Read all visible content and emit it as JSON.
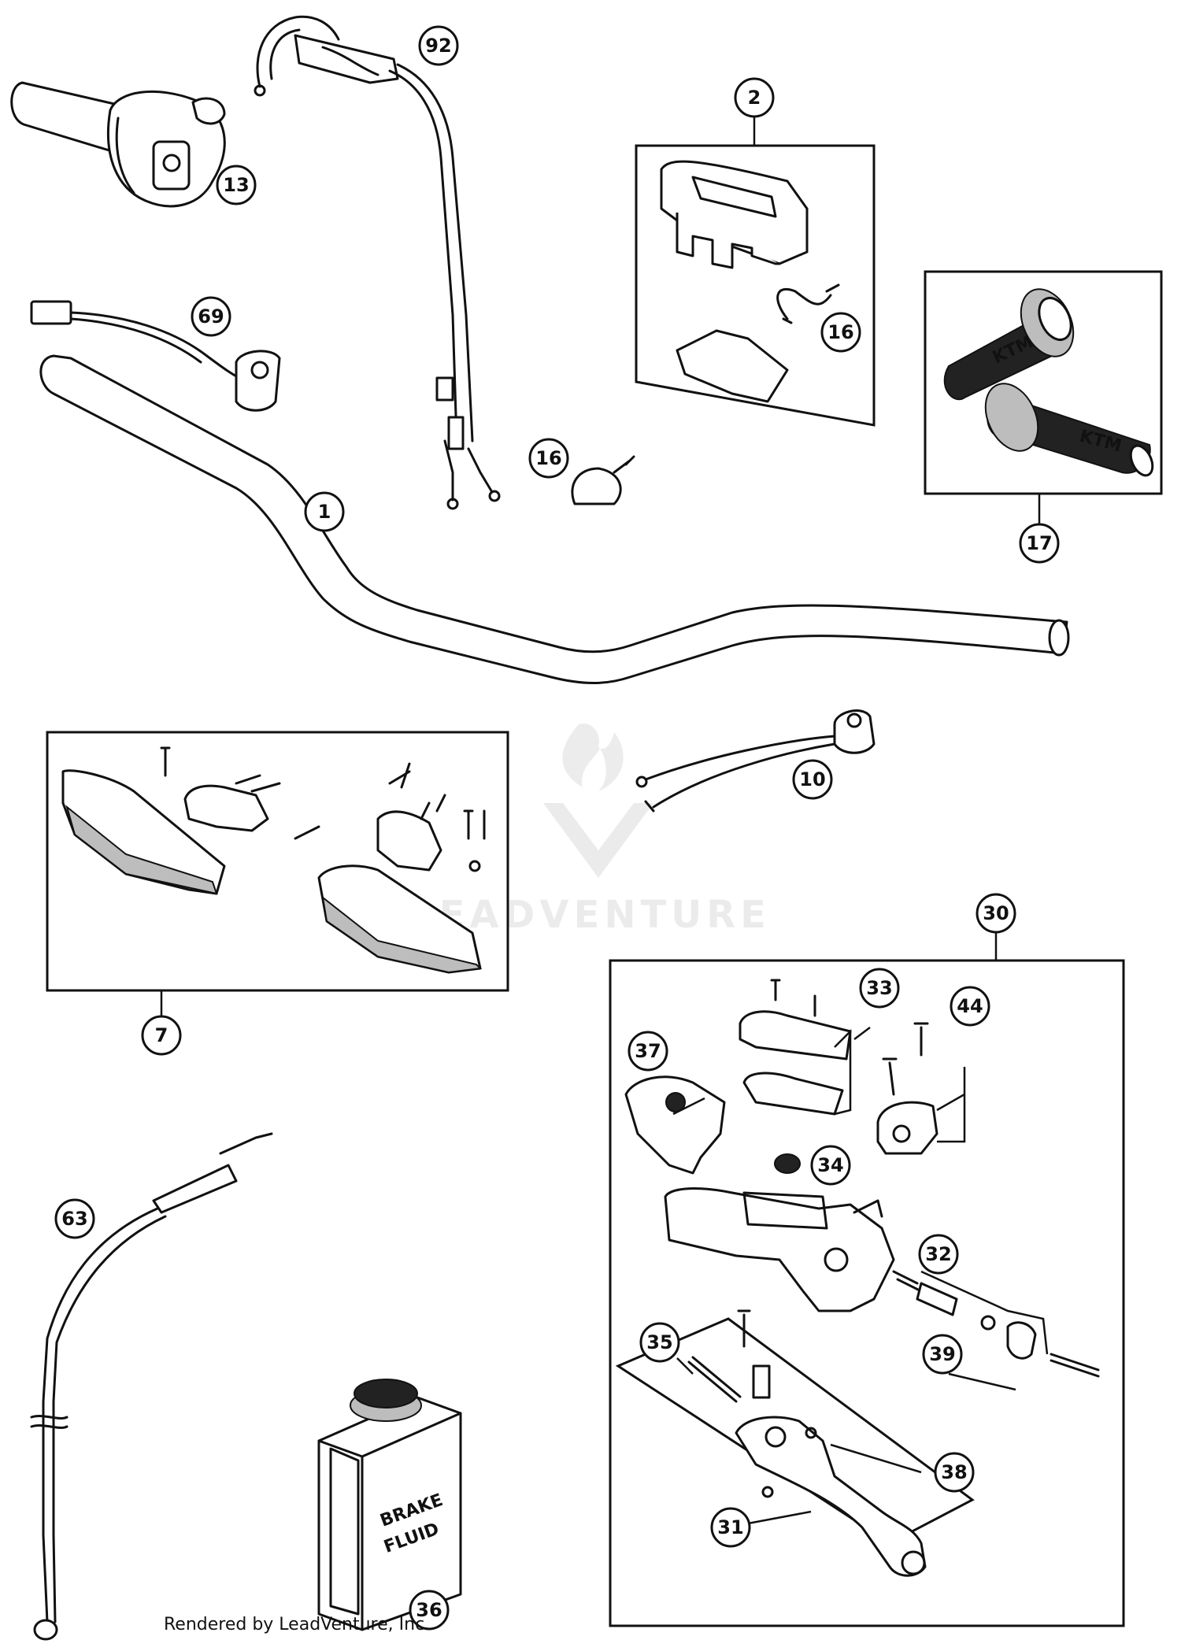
{
  "callouts": [
    {
      "id": "92",
      "label": "92"
    },
    {
      "id": "13",
      "label": "13"
    },
    {
      "id": "2",
      "label": "2"
    },
    {
      "id": "16a",
      "label": "16"
    },
    {
      "id": "69",
      "label": "69"
    },
    {
      "id": "16b",
      "label": "16"
    },
    {
      "id": "1",
      "label": "1"
    },
    {
      "id": "17",
      "label": "17"
    },
    {
      "id": "10",
      "label": "10"
    },
    {
      "id": "7",
      "label": "7"
    },
    {
      "id": "30",
      "label": "30"
    },
    {
      "id": "33",
      "label": "33"
    },
    {
      "id": "44",
      "label": "44"
    },
    {
      "id": "37",
      "label": "37"
    },
    {
      "id": "34",
      "label": "34"
    },
    {
      "id": "63",
      "label": "63"
    },
    {
      "id": "32",
      "label": "32"
    },
    {
      "id": "39",
      "label": "39"
    },
    {
      "id": "35",
      "label": "35"
    },
    {
      "id": "38",
      "label": "38"
    },
    {
      "id": "31",
      "label": "31"
    },
    {
      "id": "36",
      "label": "36"
    }
  ],
  "brake_fluid_label": {
    "line1": "BRAKE",
    "line2": "FLUID"
  },
  "watermark": "LEADVENTURE",
  "footer": "Rendered by LeadVenture, Inc."
}
